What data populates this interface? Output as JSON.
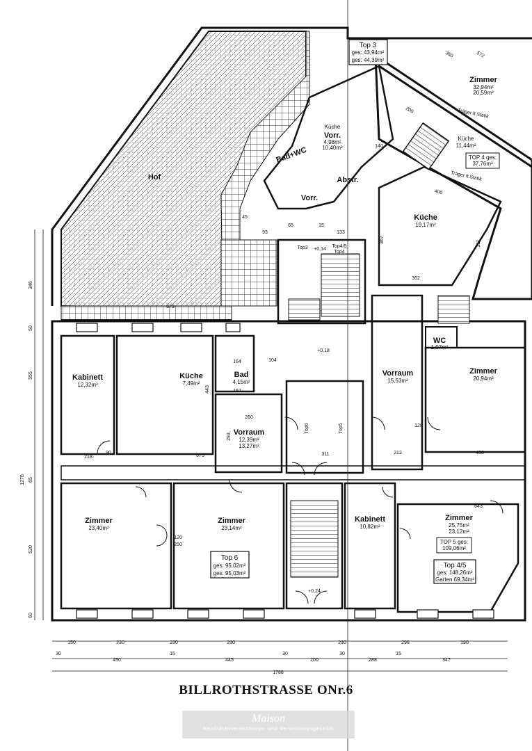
{
  "rooms": {
    "hof": {
      "name": "Hof"
    },
    "kabinett_l": {
      "name": "Kabinett",
      "area": "12,32m²"
    },
    "kueche_l": {
      "name": "Küche",
      "area": "7,49m²"
    },
    "bad": {
      "name": "Bad",
      "area": "4,15m²"
    },
    "vorraum_l": {
      "name": "Vorraum",
      "area": "12,39m²",
      "area2": "13,27m²"
    },
    "vorraum_r": {
      "name": "Vorraum",
      "area": "15,53m²"
    },
    "zimmer_r1": {
      "name": "Zimmer",
      "area": "20,94m²"
    },
    "zimmer_a": {
      "name": "Zimmer",
      "area": "23,40m²"
    },
    "zimmer_b": {
      "name": "Zimmer",
      "area": "23,14m²"
    },
    "kabinett_r": {
      "name": "Kabinett",
      "area": "10,82m²"
    },
    "zimmer_c": {
      "name": "Zimmer",
      "area": "25,75m²",
      "area2": "23,12m²"
    },
    "kueche_top3": {
      "name": "Küche",
      "area": "4,98m²"
    },
    "vorr_top3": {
      "name": "Vorr.",
      "area": "10,40m²"
    },
    "bad_wc": {
      "name": "Bad+WC"
    },
    "vorr2": {
      "name": "Vorr."
    },
    "abstr": {
      "name": "Abstr."
    },
    "zimmer_top4": {
      "name": "Zimmer",
      "area": "32,94m²",
      "area2": "20,59m²"
    },
    "kueche_top4": {
      "name": "Küche",
      "area": "11,44m²"
    },
    "kueche_mid": {
      "name": "Küche",
      "area": "19,17m²"
    },
    "wc": {
      "name": "WC",
      "area": "1,07m²"
    }
  },
  "boxes": {
    "top3": {
      "title": "Top 3",
      "l1": "ges: 43,94m²",
      "l2": "ges: 44,39m²"
    },
    "top6": {
      "title": "Top 6",
      "l1": "ges: 95,02m²",
      "l2": "ges: 95,03m²"
    },
    "top5": {
      "title": "TOP 5 ges:",
      "l1": "109,06m²"
    },
    "top45": {
      "title": "Top 4/5",
      "l1": "ges: 148,26m²",
      "l2": "Garten 69,34m²"
    },
    "top4": {
      "title": "TOP 4 ges:",
      "l1": "37,76m²"
    }
  },
  "labels": {
    "top3_door": "Top3",
    "top45_door": "Top4/5",
    "top4_door": "Top4",
    "top6_door": "Top6",
    "top5_door": "Top5",
    "traeger1": "Träger lt.Statik",
    "traeger2": "Träger lt.Statik",
    "level_014": "+0,14",
    "level_018": "+0,18",
    "level_024": "+0,24"
  },
  "dims": {
    "top": [
      "150",
      "230",
      "230",
      "230",
      "230",
      "298",
      "190"
    ],
    "mid": [
      "30",
      "450",
      "15",
      "445",
      "30",
      "200",
      "30",
      "288",
      "15",
      "347"
    ],
    "total": "1788",
    "left": [
      "346",
      "50",
      "555",
      "65",
      "520",
      "60"
    ],
    "left_total": "1270",
    "interior": [
      "218",
      "90",
      "675",
      "311",
      "212",
      "438",
      "643",
      "164",
      "157",
      "260",
      "104",
      "367",
      "362",
      "311",
      "400",
      "572",
      "360",
      "200",
      "140",
      "873",
      "93",
      "133",
      "15",
      "45",
      "65",
      "120",
      "250",
      "128",
      "443",
      "293"
    ]
  },
  "street": "BILLROTHSTRASSE ONr.6",
  "watermark": {
    "logo": "Maison",
    "tagline": "Realitätenvermittlungs- und Verwaltungsgesmbh"
  }
}
